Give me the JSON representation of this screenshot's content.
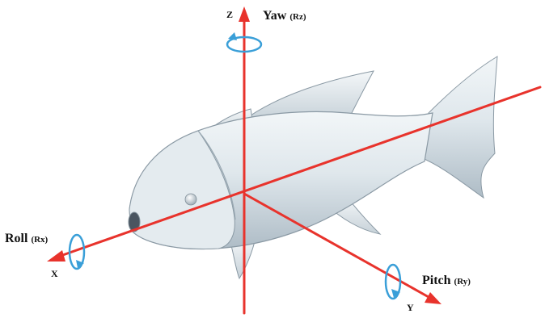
{
  "axes": {
    "x": {
      "label": "X"
    },
    "y": {
      "label": "Y"
    },
    "z": {
      "label": "Z"
    }
  },
  "rotations": {
    "yaw": {
      "name": "Yaw",
      "sub": "(Rz)"
    },
    "roll": {
      "name": "Roll",
      "sub": "(Rx)"
    },
    "pitch": {
      "name": "Pitch",
      "sub": "(Ry)"
    }
  },
  "colors": {
    "axis": "#e8332c",
    "rotation_arrow": "#3a9fd8",
    "body_fill": "#d9e2e8",
    "body_stroke": "#8a99a4"
  }
}
